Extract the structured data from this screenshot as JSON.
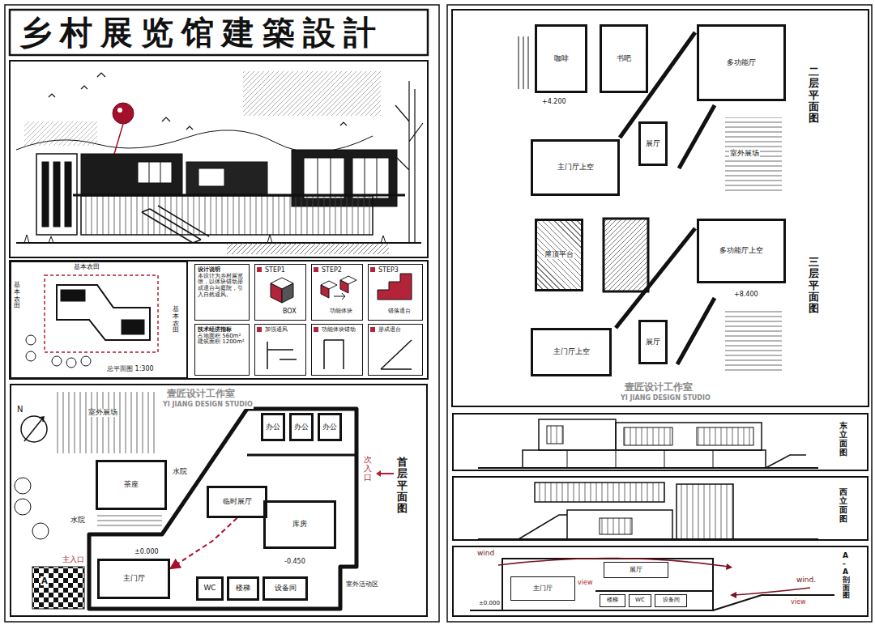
{
  "diagram": {
    "title": "乡村展览馆建築設計",
    "nodes": [
      {
        "text": [
          "总平面图 1:300"
        ]
      },
      {
        "text": [
          "设计说明",
          "本设计为乡村展览馆，以体块错动形成退台与庭院，引入自然通风。"
        ]
      },
      {
        "text": [
          "STEP1",
          "BOX"
        ]
      },
      {
        "text": [
          "STEP2",
          "功能体块"
        ]
      },
      {
        "text": [
          "STEP3",
          "错落退台"
        ]
      },
      {
        "text": [
          "技术经济指标",
          "占地面积 560m² 建筑面积 1200m²"
        ]
      },
      {
        "text": [
          "加强通风"
        ]
      },
      {
        "text": [
          "功能体块错动"
        ]
      },
      {
        "text": [
          "形成退台"
        ]
      },
      {
        "text": [
          "首层平面图"
        ]
      },
      {
        "text": [
          "茶座"
        ],
        "in": 9
      },
      {
        "text": [
          "办公"
        ],
        "in": 9
      },
      {
        "text": [
          "办公"
        ],
        "in": 9
      },
      {
        "text": [
          "办公"
        ],
        "in": 9
      },
      {
        "text": [
          "临时展厅"
        ],
        "in": 9
      },
      {
        "text": [
          "库房"
        ],
        "in": 9
      },
      {
        "text": [
          "WC"
        ],
        "in": 9
      },
      {
        "text": [
          "主门厅"
        ],
        "in": 9
      },
      {
        "text": [
          "楼梯"
        ],
        "in": 9
      },
      {
        "text": [
          "设备间"
        ],
        "in": 9
      },
      {
        "text": [
          "二层平面图"
        ]
      },
      {
        "text": [
          "咖啡"
        ],
        "in": 20
      },
      {
        "text": [
          "书吧"
        ],
        "in": 20
      },
      {
        "text": [
          "多功能厅"
        ],
        "in": 20
      },
      {
        "text": [
          "展厅"
        ],
        "in": 20
      },
      {
        "text": [
          "主门厅上空"
        ],
        "in": 20
      },
      {
        "text": [
          "三层平面图"
        ]
      },
      {
        "text": [
          "屋顶平台"
        ],
        "in": 26
      },
      {
        "text": [
          "多功能厅上空"
        ],
        "in": 26
      },
      {
        "text": [
          "展厅"
        ],
        "in": 26
      },
      {
        "text": [
          "主门厅上空"
        ],
        "in": 26
      },
      {
        "text": [
          "东立面图"
        ]
      },
      {
        "text": [
          "西立面图"
        ]
      },
      {
        "text": [
          "A-A剖面图"
        ]
      },
      {
        "text": [
          "主门厅"
        ],
        "in": 33
      },
      {
        "text": [
          "展厅"
        ],
        "in": 33
      },
      {
        "text": [
          "楼梯"
        ],
        "in": 33
      },
      {
        "text": [
          "WC"
        ],
        "in": 33
      },
      {
        "text": [
          "设备间"
        ],
        "in": 33
      }
    ],
    "edges": [
      {
        "from": 14,
        "to": 17,
        "arrow": "to"
      }
    ],
    "labels": [
      "基本农田",
      "基本农田",
      "基本农田",
      "室外展场",
      "水院",
      "水院",
      "次入口",
      "主入口",
      "室外活动区",
      "±0.000",
      "-0.450",
      "A",
      "N",
      "室外展场",
      "+4.200",
      "+8.400",
      "wind",
      "wind.",
      "view",
      "view",
      "±0.000",
      "壹匠设计工作室",
      "YI JIANG DESIGN STUDIO",
      "壹匠设计工作室",
      "YI JIANG DESIGN STUDIO"
    ]
  }
}
